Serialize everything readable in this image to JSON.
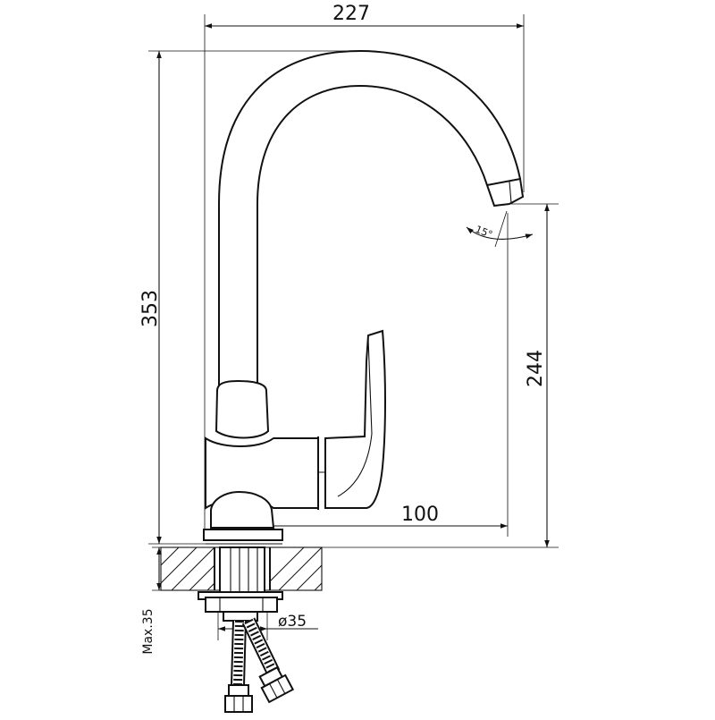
{
  "dimensions": {
    "total_width": "227",
    "total_height": "353",
    "spout_height": "244",
    "spout_reach": "100",
    "hole_diameter": "ø35",
    "max_counter_thickness": "Max.35",
    "spout_angle": "15°"
  },
  "colors": {
    "line": "#111111",
    "background": "#ffffff"
  }
}
